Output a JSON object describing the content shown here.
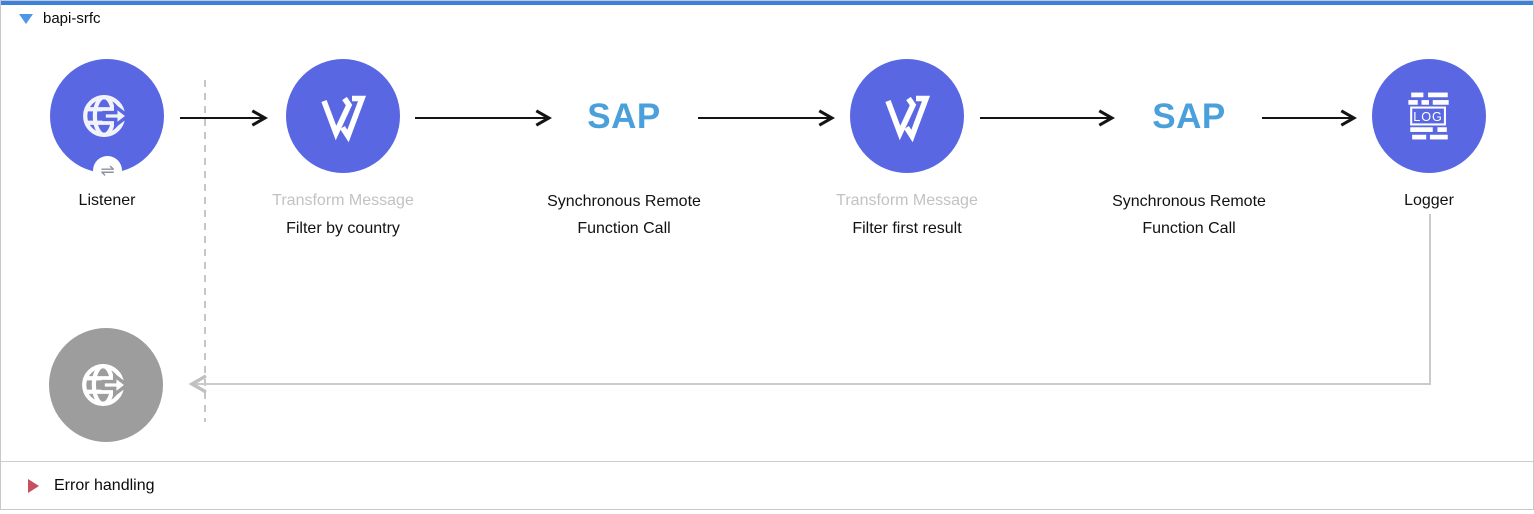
{
  "flow": {
    "title": "bapi-srfc",
    "nodes": [
      {
        "id": "listener",
        "label": "Listener",
        "icon": "http-listener-globe-icon",
        "badge_icon": "exchange-arrows-icon",
        "badge_glyph": "⇌"
      },
      {
        "id": "transform-message-1",
        "title": "Transform Message",
        "label": "Filter by country",
        "icon": "dataweave-icon"
      },
      {
        "id": "sap-srfc-1",
        "logo": "SAP",
        "label": "Synchronous Remote Function Call"
      },
      {
        "id": "transform-message-2",
        "title": "Transform Message",
        "label": "Filter first result",
        "icon": "dataweave-icon"
      },
      {
        "id": "sap-srfc-2",
        "logo": "SAP",
        "label": "Synchronous Remote Function Call"
      },
      {
        "id": "logger",
        "label": "Logger",
        "icon": "log-icon",
        "icon_text": "LOG"
      }
    ],
    "response_endpoint": {
      "id": "listener-response",
      "icon": "http-listener-globe-icon"
    }
  },
  "error_handling": {
    "label": "Error handling"
  },
  "colors": {
    "node_purple": "#5a67e3",
    "endpoint_gray": "#9d9d9d",
    "sap_blue": "#4ba0dc",
    "flow_selected_top_border": "#3b82de",
    "collapse_triangle_blue": "#4d96e8",
    "error_triangle_red": "#c7505e",
    "secondary_label_gray": "#c2c2c2",
    "connector_black": "#141414",
    "connector_gray": "#cbcbcb"
  }
}
